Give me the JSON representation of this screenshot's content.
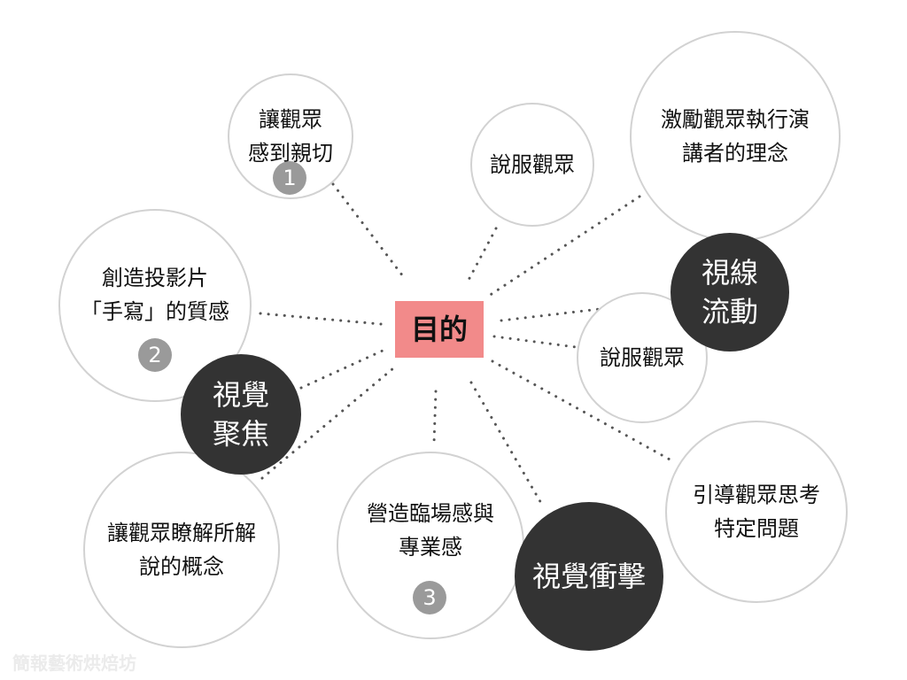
{
  "center": {
    "label": "目的"
  },
  "bubbles": {
    "b1": {
      "lines": [
        "讓觀眾",
        "感到親切"
      ],
      "badge": "1"
    },
    "b2": {
      "lines": [
        "說服觀眾"
      ]
    },
    "b3": {
      "lines": [
        "激勵觀眾執行演",
        "講者的理念"
      ]
    },
    "b4": {
      "lines": [
        "創造投影片",
        "「手寫」的質感"
      ],
      "badge": "2"
    },
    "b5": {
      "lines": [
        "說服觀眾"
      ]
    },
    "b6": {
      "lines": [
        "讓觀眾瞭解所解",
        "說的概念"
      ]
    },
    "b7": {
      "lines": [
        "營造臨場感與",
        "專業感"
      ],
      "badge": "3"
    },
    "b8": {
      "lines": [
        "引導觀眾思考",
        "特定問題"
      ]
    }
  },
  "dark_bubbles": {
    "d1": {
      "lines": [
        "視線",
        "流動"
      ]
    },
    "d2": {
      "lines": [
        "視覺",
        "聚焦"
      ]
    },
    "d3": {
      "lines": [
        "視覺衝擊"
      ]
    }
  },
  "watermark": "簡報藝術烘焙坊",
  "colors": {
    "center_fill": "#f28a8a",
    "dark_fill": "#333333",
    "badge_fill": "#9a9a9a",
    "outline": "#d2d2d2",
    "connector": "#555555"
  }
}
